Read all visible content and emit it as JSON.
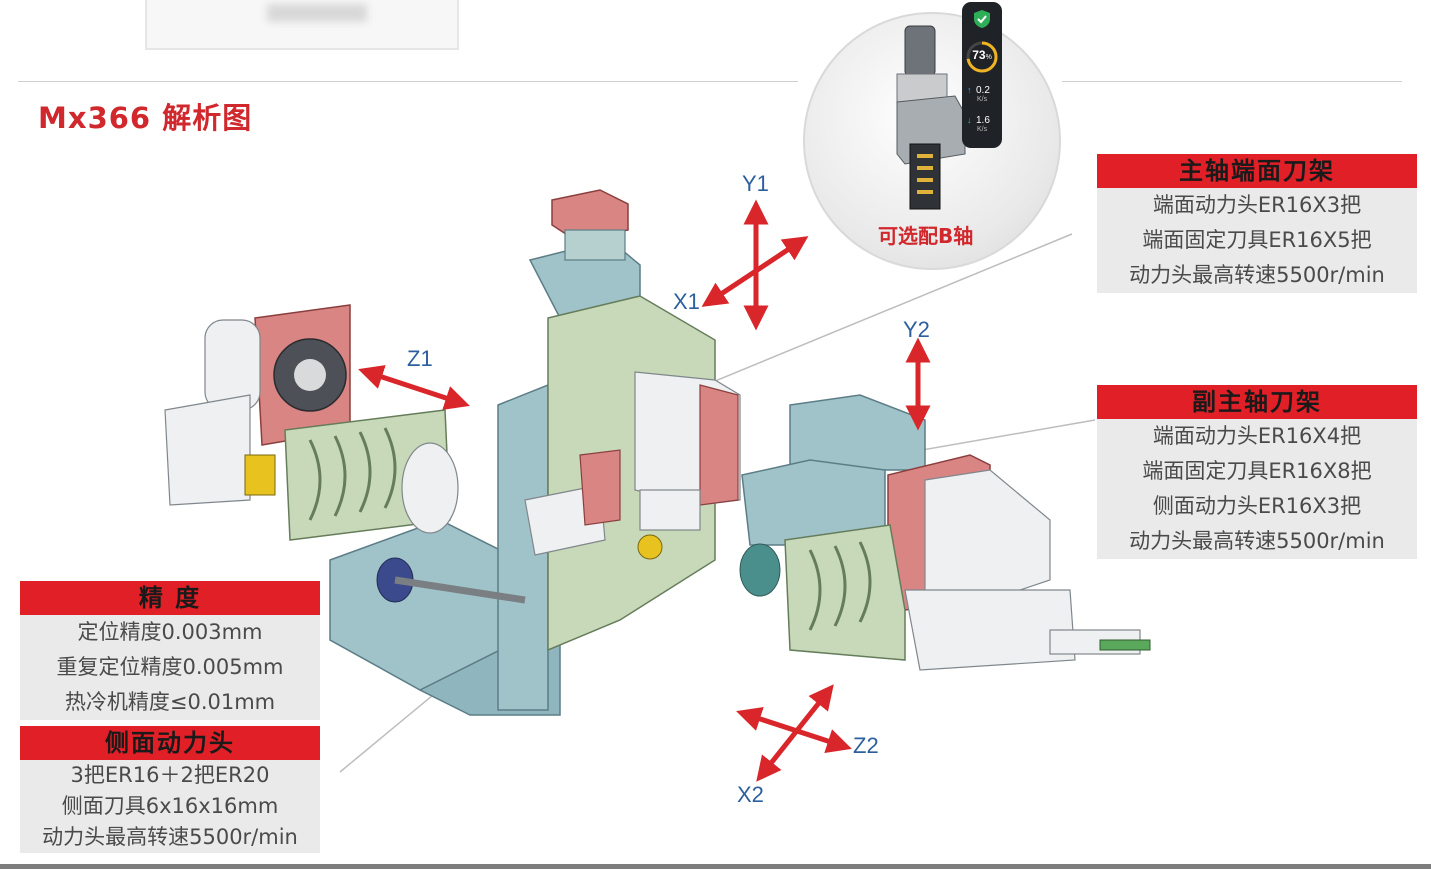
{
  "title": "Mx366 解析图",
  "axes": {
    "y1": "Y1",
    "x1": "X1",
    "z1": "Z1",
    "y2": "Y2",
    "z2": "Z2",
    "x2": "X2"
  },
  "inset": {
    "caption": "可选配B轴"
  },
  "system_widget": {
    "percent": "73",
    "percent_unit": "%",
    "upload_value": "0.2",
    "upload_unit": "K/s",
    "download_value": "1.6",
    "download_unit": "K/s"
  },
  "specs": {
    "main_spindle_turret": {
      "title": "主轴端面刀架",
      "lines": [
        "端面动力头ER16X3把",
        "端面固定刀具ER16X5把",
        "动力头最高转速5500r/min"
      ]
    },
    "sub_spindle_turret": {
      "title": "副主轴刀架",
      "lines": [
        "端面动力头ER16X4把",
        "端面固定刀具ER16X8把",
        "侧面动力头ER16X3把",
        "动力头最高转速5500r/min"
      ]
    },
    "precision": {
      "title": "精 度",
      "lines": [
        "定位精度0.003mm",
        "重复定位精度0.005mm",
        "热冷机精度≤0.01mm"
      ]
    },
    "side_power_head": {
      "title": "侧面动力头",
      "lines": [
        "3把ER16＋2把ER20",
        "侧面刀具6x16x16mm",
        "动力头最高转速5500r/min"
      ]
    }
  },
  "colors": {
    "brand_red": "#d0282c",
    "header_red": "#e11f26",
    "axis_blue": "#2d5f9e",
    "arrow_red": "#d9262a",
    "machine_teal": "#9fc3c9",
    "machine_green": "#c7d9b9",
    "machine_pink": "#d98584",
    "machine_white": "#eef0f1"
  }
}
